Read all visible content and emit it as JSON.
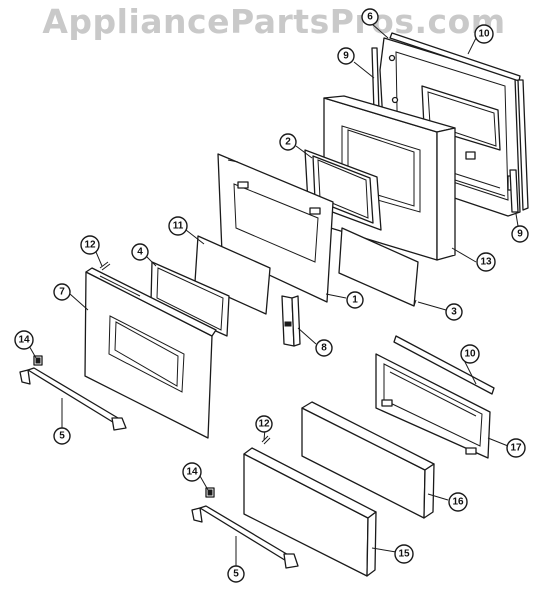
{
  "watermark": "AppliancePartsPros.com",
  "callouts": [
    {
      "id": "c6",
      "label": "6"
    },
    {
      "id": "c10a",
      "label": "10"
    },
    {
      "id": "c9a",
      "label": "9"
    },
    {
      "id": "c9b",
      "label": "9"
    },
    {
      "id": "c2",
      "label": "2"
    },
    {
      "id": "c13",
      "label": "13"
    },
    {
      "id": "c11",
      "label": "11"
    },
    {
      "id": "c12a",
      "label": "12"
    },
    {
      "id": "c4",
      "label": "4"
    },
    {
      "id": "c7",
      "label": "7"
    },
    {
      "id": "c1",
      "label": "1"
    },
    {
      "id": "c3",
      "label": "3"
    },
    {
      "id": "c8",
      "label": "8"
    },
    {
      "id": "c14a",
      "label": "14"
    },
    {
      "id": "c10b",
      "label": "10"
    },
    {
      "id": "c5a",
      "label": "5"
    },
    {
      "id": "c17",
      "label": "17"
    },
    {
      "id": "c12b",
      "label": "12"
    },
    {
      "id": "c14b",
      "label": "14"
    },
    {
      "id": "c16",
      "label": "16"
    },
    {
      "id": "c15",
      "label": "15"
    },
    {
      "id": "c5b",
      "label": "5"
    }
  ]
}
